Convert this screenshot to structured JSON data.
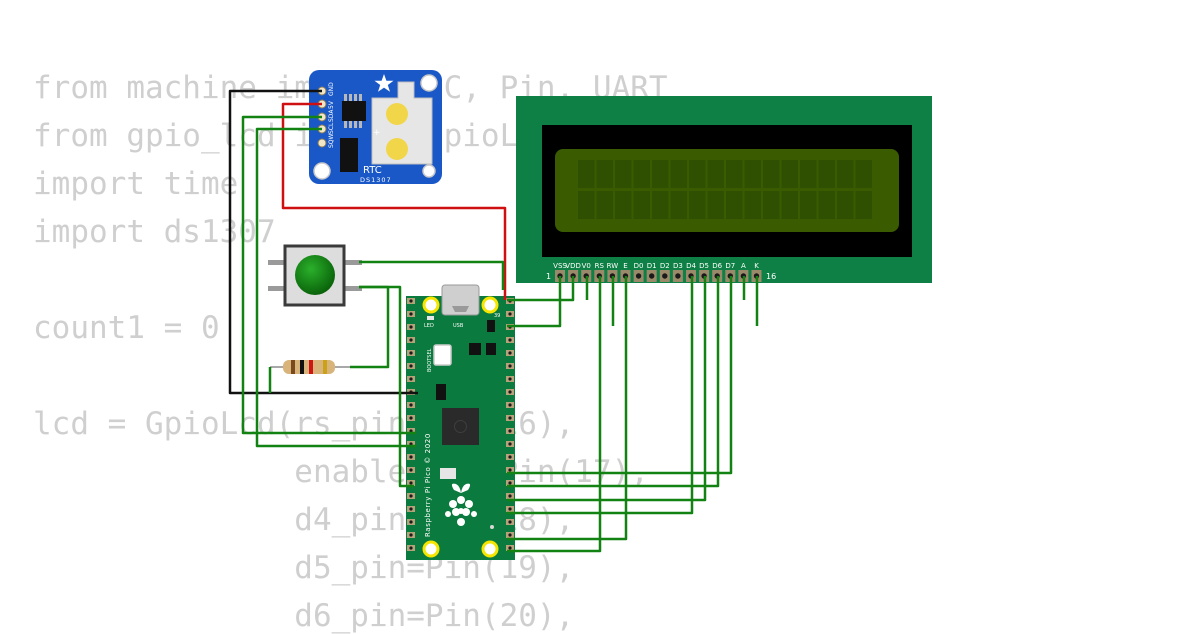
{
  "code_lines": [
    "from machine import I2C, Pin, UART",
    "from gpio_lcd import GpioLcd",
    "import time",
    "import ds1307",
    "",
    "count1 = 0",
    "",
    "lcd = GpioLcd(rs_pin=Pin(16),",
    "              enable_pin=Pin(17),",
    "              d4_pin=Pin(18),",
    "              d5_pin=Pin(19),",
    "              d6_pin=Pin(20),"
  ],
  "rtc": {
    "title": "RTC",
    "model": "DS1307",
    "pins": [
      "GND",
      "5V",
      "SDA",
      "SCL",
      "SQW"
    ]
  },
  "lcd_module": {
    "pin_labels": [
      "VSS",
      "VDD",
      "V0",
      "RS",
      "RW",
      "E",
      "D0",
      "D1",
      "D2",
      "D3",
      "D4",
      "D5",
      "D6",
      "D7",
      "A",
      "K"
    ],
    "first_pin": "1",
    "last_pin": "16"
  },
  "pico": {
    "led_label": "LED",
    "usb_label": "USB",
    "bootsel_label": "BOOTSEL",
    "board_text": "Raspberry Pi Pico © 2020",
    "pin_num": "39"
  },
  "colors": {
    "board_green": "#0a7a3e",
    "lcd_green": "#0f8045",
    "lcd_screen": "#3a5b00",
    "rtc_blue": "#1a58c8",
    "wire_green": "#128312",
    "wire_red": "#d01010",
    "wire_black": "#111111"
  }
}
